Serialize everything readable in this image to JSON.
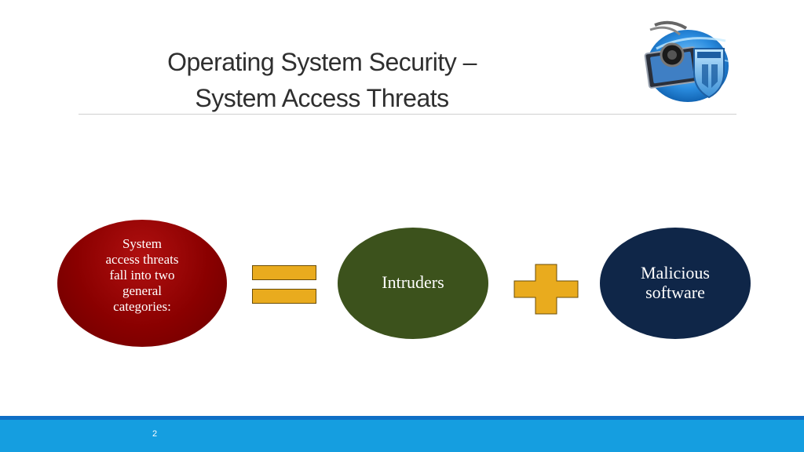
{
  "slide": {
    "title_line1": "Operating System Security –",
    "title_line2": "System Access Threats",
    "page_number": "2"
  },
  "diagram": {
    "left_ellipse_text": "System\naccess  threats\nfall  into two\ngeneral\ncategories:",
    "center_ellipse_text": "Intruders",
    "right_ellipse_text": "Malicious software"
  },
  "colors": {
    "title_text": "#2f2f2f",
    "red_ellipse": "#8a0000",
    "green_ellipse": "#3c521c",
    "navy_ellipse": "#0f2648",
    "operator_fill": "#e9ab1e",
    "footer_band": "#159ee0",
    "footer_line": "#0f6fc6"
  },
  "icons": {
    "logo": "security-shield-icon",
    "equals": "equals-icon",
    "plus": "plus-icon"
  }
}
